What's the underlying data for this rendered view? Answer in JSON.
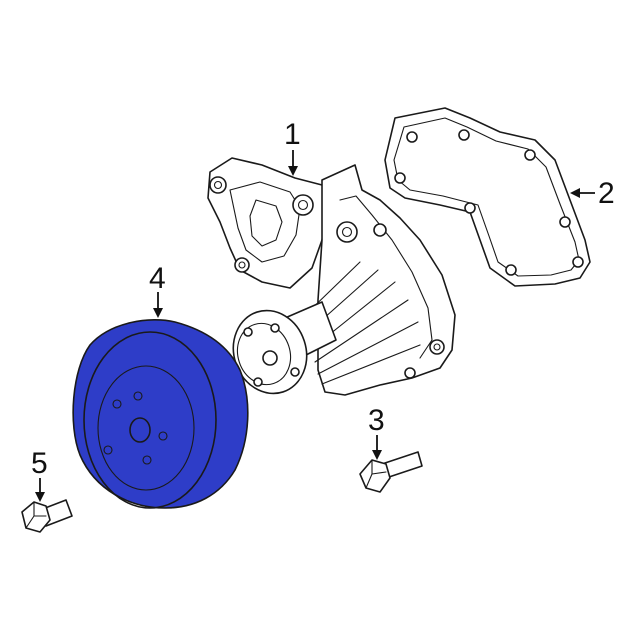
{
  "colors": {
    "highlight": "#2E3DC8",
    "line": "#1a1a1a",
    "background": "#ffffff"
  },
  "parts": [
    {
      "id": "water-pump",
      "callout": "1"
    },
    {
      "id": "gasket",
      "callout": "2"
    },
    {
      "id": "pump-bolt",
      "callout": "3"
    },
    {
      "id": "pulley",
      "callout": "4",
      "highlighted": true
    },
    {
      "id": "pulley-bolt",
      "callout": "5"
    }
  ]
}
